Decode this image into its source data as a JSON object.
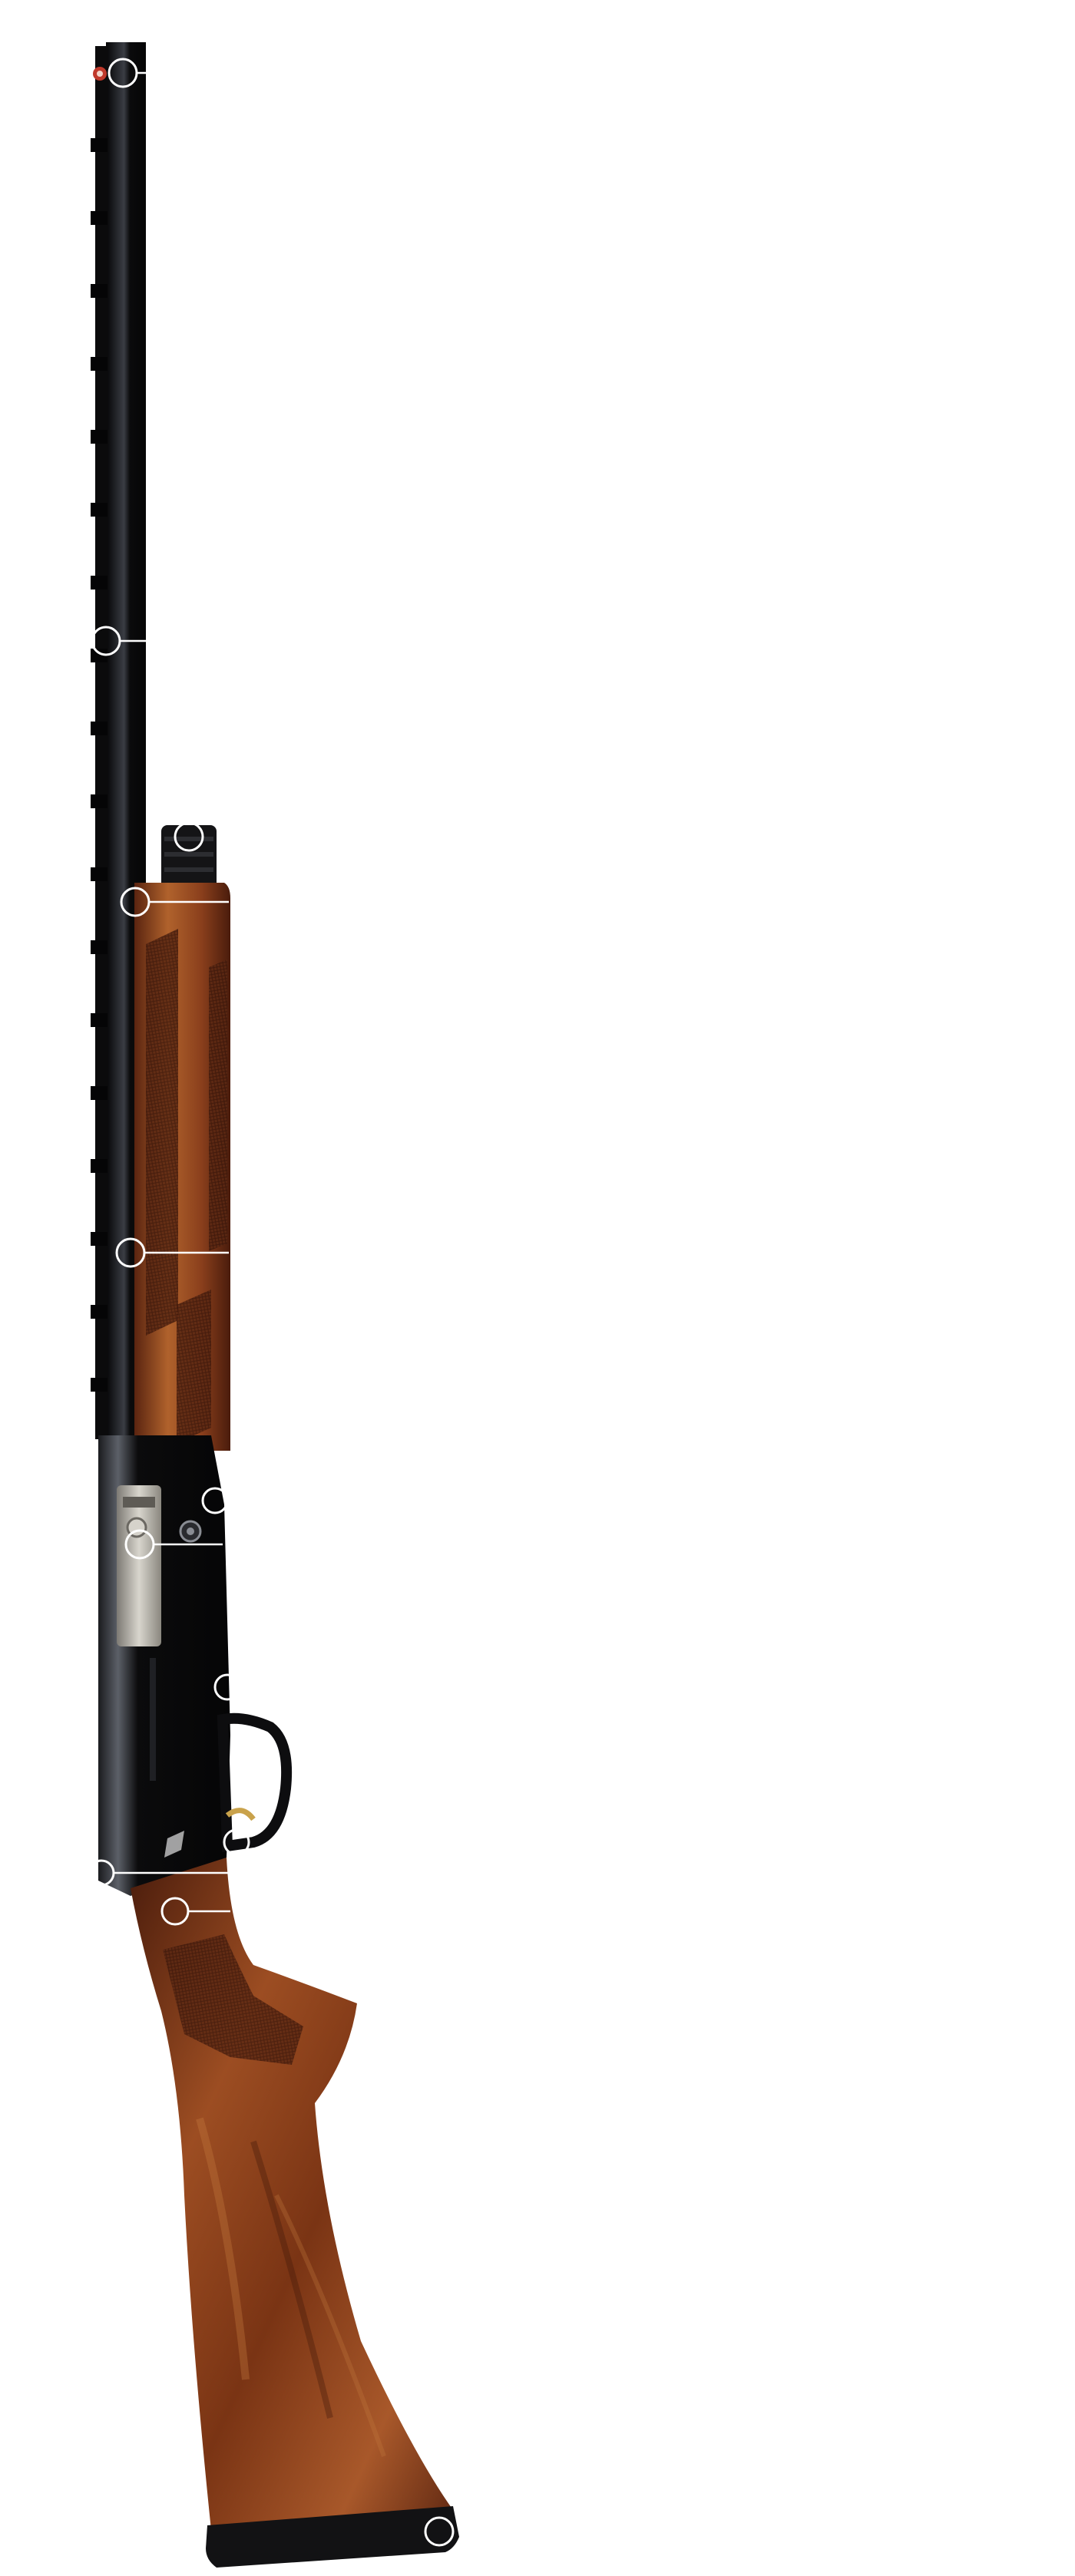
{
  "product_image": {
    "icon": "shotgun-illustration"
  },
  "colors": {
    "background": "#ffffff",
    "metal_black": "#0b0b0c",
    "metal_highlight": "#3a3d44",
    "wood_dark": "#5a2410",
    "wood_mid": "#8a3f1c",
    "wood_light": "#b0622c",
    "nickel": "#b9b6ae",
    "gold_trigger": "#c9a24b",
    "hotspot": "#ffffff"
  },
  "hotspots": [
    {
      "id": "muzzle"
    },
    {
      "id": "barrel-rib"
    },
    {
      "id": "magazine-cap"
    },
    {
      "id": "forend-front"
    },
    {
      "id": "forend-rear"
    },
    {
      "id": "bolt-handle"
    },
    {
      "id": "bolt-release"
    },
    {
      "id": "ejection-port"
    },
    {
      "id": "safety"
    },
    {
      "id": "trigger-guard"
    },
    {
      "id": "receiver-rear"
    },
    {
      "id": "grip-checkering"
    },
    {
      "id": "stock-comb"
    },
    {
      "id": "recoil-pad"
    }
  ]
}
